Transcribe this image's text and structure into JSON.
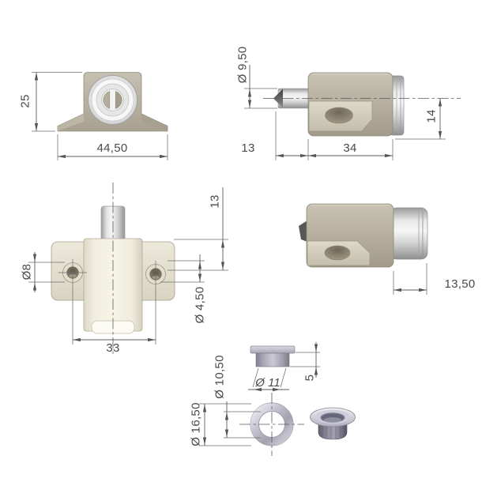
{
  "drawing": {
    "dimensions": {
      "front_height": "25",
      "front_width": "44,50",
      "plunger_diameter": "Ø 9,50",
      "plunger_length": "13",
      "body_length": "34",
      "body_height": "14",
      "pin_to_holes": "13",
      "mount_hole": "Ø8",
      "screw_hole": "Ø 4,50",
      "hole_spacing": "33",
      "cylinder_protrusion": "13,50",
      "bush_bore": "Ø 10,50",
      "bush_barrel": "Ø 11",
      "bush_height": "5",
      "bush_flange": "Ø 16,50"
    },
    "colors": {
      "body_tan": "#b3ac9c",
      "body_ivory": "#f3f0e2",
      "metal_silver": "#d9d9d9",
      "bush_lavender": "#b7b6c3",
      "dimension_lines": "#5c5c5c",
      "dimension_text": "#4a4a4a",
      "background": "#ffffff"
    }
  }
}
